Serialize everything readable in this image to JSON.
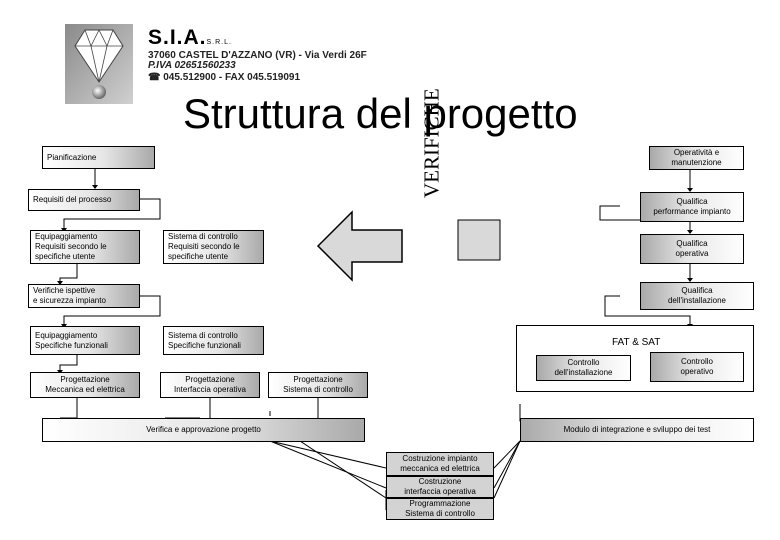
{
  "header": {
    "company_name": "S.I.A.",
    "company_suffix": "S.R.L.",
    "address": "37060 CASTEL D'AZZANO (VR) - Via Verdi 26F",
    "vat": "P.IVA 02651560233",
    "phone_fax": "☎ 045.512900 - FAX 045.519091"
  },
  "title": "Struttura del progetto",
  "side_label": "VERIFICHE",
  "left_chain": {
    "pianificazione": "Pianificazione",
    "requisiti_processo": "Requisiti del processo",
    "equip_requisiti": "Equipaggiamento\nRequisiti secondo le\nspecifiche utente",
    "sistema_requisiti": "Sistema di controllo\nRequisiti secondo le\nspecifiche utente",
    "verifiche_ispettive": "Verifiche ispettive\ne sicurezza impianto",
    "equip_specifiche": "Equipaggiamento\nSpecifiche funzionali",
    "sistema_specifiche": "Sistema di controllo\nSpecifiche funzionali",
    "prog_meccanica": "Progettazione\nMeccanica ed elettrica",
    "prog_interfaccia": "Progettazione\nInterfaccia operativa",
    "prog_sistema": "Progettazione\nSistema di controllo",
    "verifica_approvazione": "Verifica e approvazione progetto"
  },
  "right_chain": {
    "operativita": "Operatività e\nmanutenzione",
    "qualifica_performance": "Qualifica\nperformance impianto",
    "qualifica_operativa": "Qualifica\noperativa",
    "qualifica_installazione": "Qualifica\ndell'installazione",
    "fat_sat": "FAT & SAT",
    "controllo_installazione": "Controllo\ndell'installazione",
    "controllo_operativo": "Controllo\noperativo",
    "modulo_integrazione": "Modulo di integrazione e sviluppo dei test"
  },
  "bottom_chain": {
    "costruzione_impianto": "Costruzione impianto\nmeccanica ed elettrica",
    "costruzione_interfaccia": "Costruzione\ninterfaccia operativa",
    "programmazione": "Programmazione\nSistema di controllo"
  },
  "colors": {
    "box_border": "#000000",
    "gradient_dark": "#a9a9a9",
    "gray_box": "#d3d3d3",
    "big_arrow_fill": "#d9d9d9"
  }
}
